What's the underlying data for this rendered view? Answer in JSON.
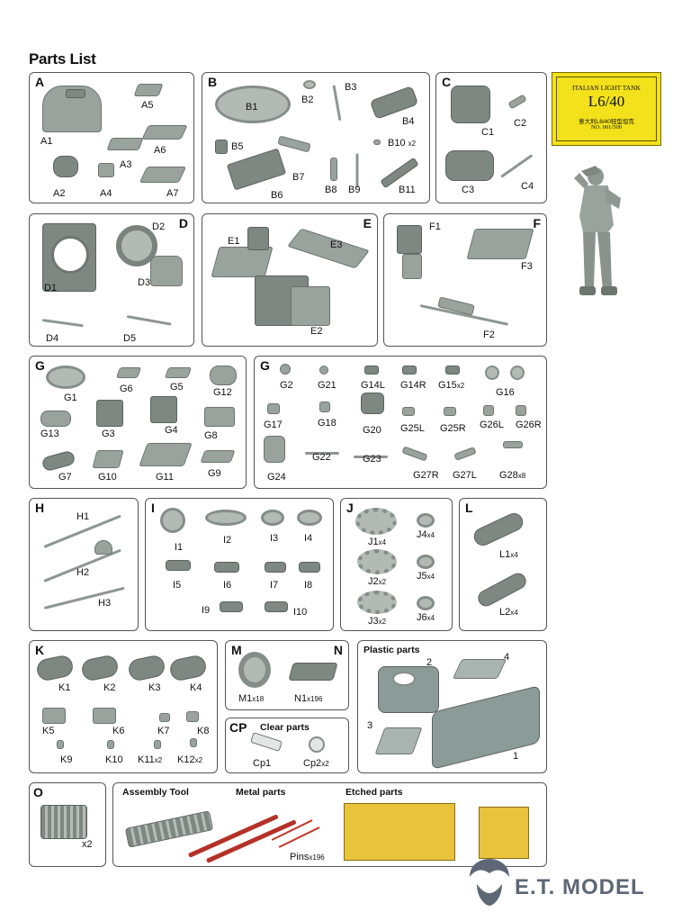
{
  "page": {
    "title": "Parts List"
  },
  "certificate": {
    "line1": "ITALIAN LIGHT TANK",
    "line2": "L6/40",
    "line3": "意大利L6/40轻型坦克",
    "line4": "NO. 001/500"
  },
  "sections": {
    "A": {
      "letter": "A",
      "parts": [
        "A1",
        "A2",
        "A3",
        "A4",
        "A5",
        "A6",
        "A7"
      ]
    },
    "B": {
      "letter": "B",
      "parts": [
        "B1",
        "B2",
        "B3",
        "B4",
        "B5",
        "B6",
        "B7",
        "B8",
        "B9",
        "B10",
        "B11"
      ],
      "b10_qty": "x2"
    },
    "C": {
      "letter": "C",
      "parts": [
        "C1",
        "C2",
        "C3",
        "C4"
      ]
    },
    "D": {
      "letter": "D",
      "parts": [
        "D1",
        "D2",
        "D3",
        "D4",
        "D5"
      ]
    },
    "E": {
      "letter": "E",
      "parts": [
        "E1",
        "E2",
        "E3"
      ]
    },
    "F": {
      "letter": "F",
      "parts": [
        "F1",
        "F2",
        "F3"
      ]
    },
    "G1": {
      "letter": "G",
      "parts": [
        "G1",
        "G3",
        "G4",
        "G5",
        "G6",
        "G7",
        "G8",
        "G9",
        "G10",
        "G11",
        "G12",
        "G13"
      ]
    },
    "G2": {
      "letter": "G",
      "parts": [
        "G2",
        "G21",
        "G14L",
        "G14R",
        "G15",
        "G16",
        "G17",
        "G18",
        "G20",
        "G25L",
        "G25R",
        "G26L",
        "G26R",
        "G22",
        "G23",
        "G24",
        "G27R",
        "G27L",
        "G28"
      ],
      "g15_qty": "x2",
      "g28_qty": "x8"
    },
    "H": {
      "letter": "H",
      "parts": [
        "H1",
        "H2",
        "H3"
      ]
    },
    "I": {
      "letter": "I",
      "parts": [
        "I1",
        "I2",
        "I3",
        "I4",
        "I5",
        "I6",
        "I7",
        "I8",
        "I9",
        "I10"
      ]
    },
    "J": {
      "letter": "J",
      "parts": [
        "J1",
        "J2",
        "J3",
        "J4",
        "J5",
        "J6"
      ],
      "qty": [
        "x4",
        "x2",
        "x2",
        "x4",
        "x4",
        "x4"
      ]
    },
    "L": {
      "letter": "L",
      "parts": [
        "L1",
        "L2"
      ],
      "qty": [
        "x4",
        "x4"
      ]
    },
    "K": {
      "letter": "K",
      "parts": [
        "K1",
        "K2",
        "K3",
        "K4",
        "K5",
        "K6",
        "K7",
        "K8",
        "K9",
        "K10",
        "K11",
        "K12"
      ],
      "k11_qty": "x2",
      "k12_qty": "x2"
    },
    "M": {
      "letter": "M",
      "part": "M1",
      "qty": "x18"
    },
    "N": {
      "letter": "N",
      "part": "N1",
      "qty": "x196"
    },
    "CP": {
      "letter": "CP",
      "heading": "Clear parts",
      "parts": [
        "Cp1",
        "Cp2"
      ],
      "cp2_qty": "x2"
    },
    "plastic": {
      "heading": "Plastic parts",
      "parts": [
        "1",
        "2",
        "3",
        "4"
      ]
    },
    "O": {
      "letter": "O",
      "qty": "x2"
    },
    "bottom": {
      "assembly": "Assembly Tool",
      "metal": "Metal parts",
      "etched": "Etched parts",
      "pins": "Pins",
      "pins_qty": "x196"
    }
  },
  "brand": {
    "name": "E.T. MODEL"
  }
}
